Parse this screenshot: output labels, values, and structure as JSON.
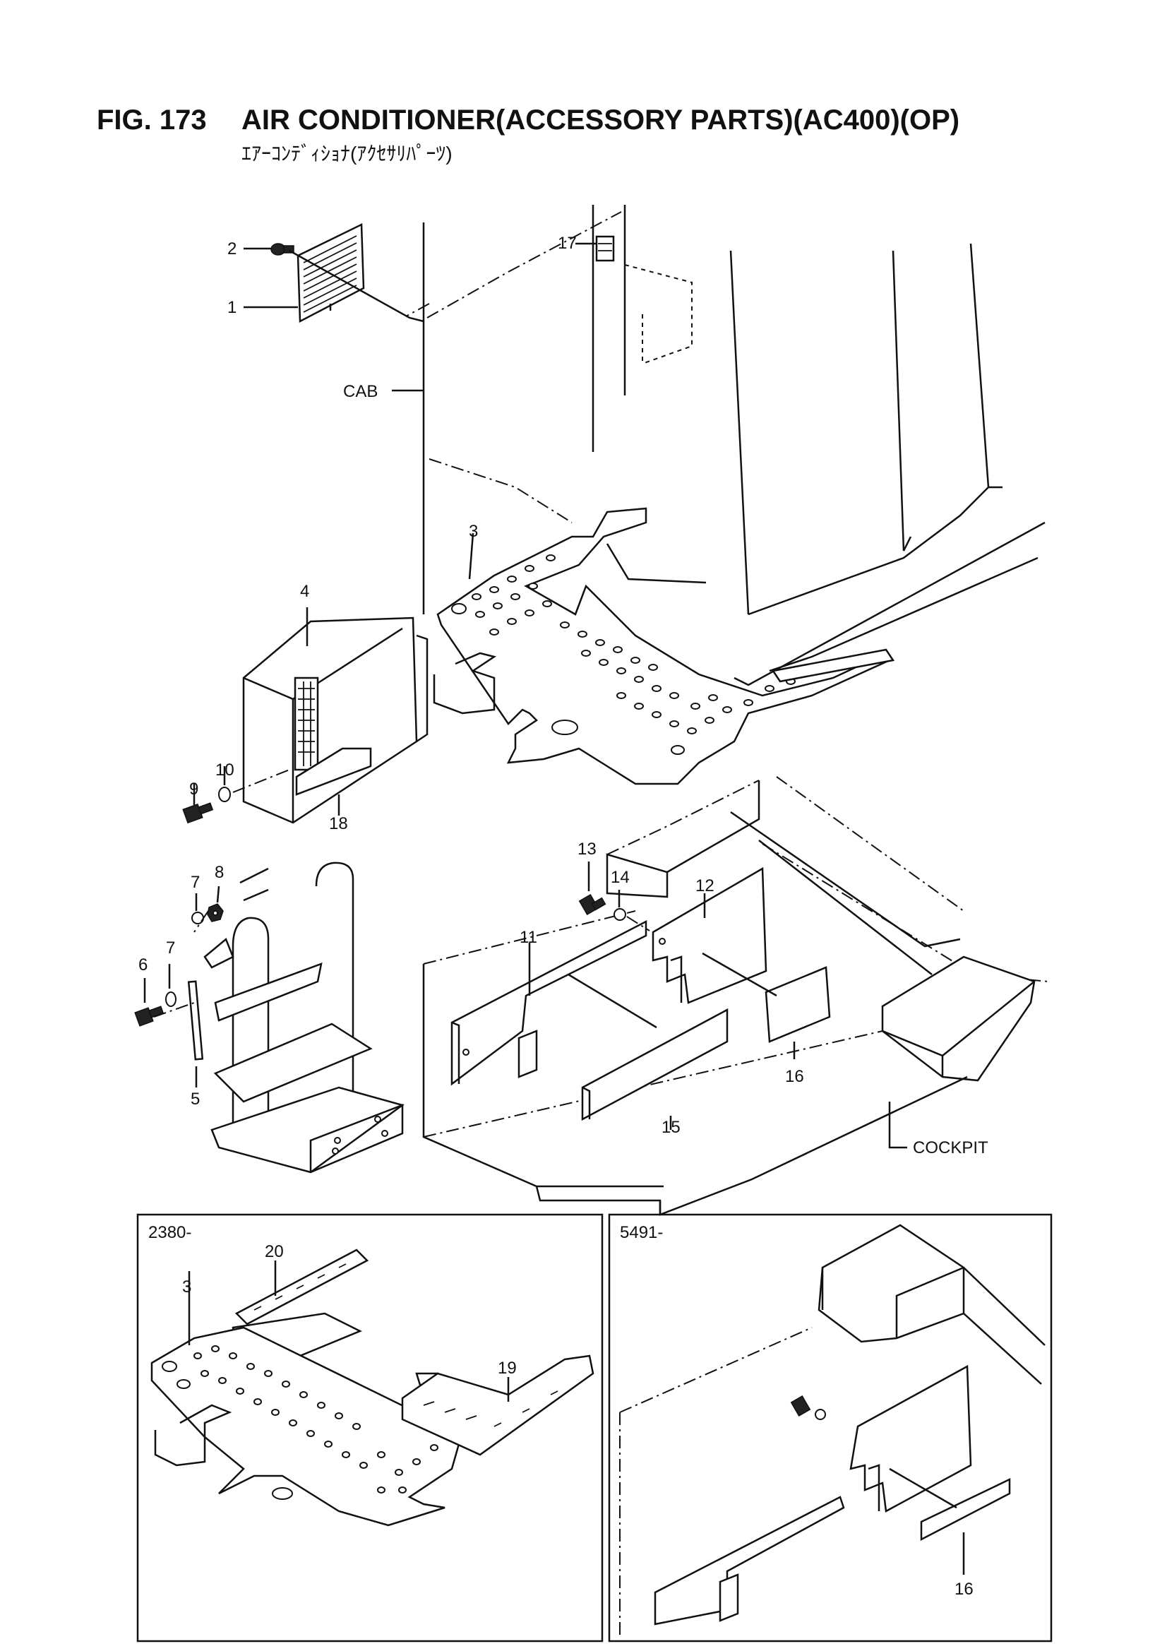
{
  "figure": {
    "number": "FIG. 173",
    "title": "AIR CONDITIONER(ACCESSORY PARTS)(AC400)(OP)",
    "title_jp": "ｴｱｰｺﾝﾃﾞｨｼｮﾅ(ｱｸｾｻﾘﾊﾟｰﾂ)"
  },
  "callouts": {
    "c1": "1",
    "c2": "2",
    "c3": "3",
    "c4": "4",
    "c5": "5",
    "c6": "6",
    "c7a": "7",
    "c7b": "7",
    "c8": "8",
    "c9": "9",
    "c10": "10",
    "c11": "11",
    "c12": "12",
    "c13": "13",
    "c14": "14",
    "c15": "15",
    "c16": "16",
    "c17": "17",
    "c18": "18"
  },
  "references": {
    "cab": "CAB",
    "cockpit": "COCKPIT"
  },
  "insets": {
    "left": {
      "serial": "2380-",
      "c20": "20",
      "c3": "3",
      "c19": "19"
    },
    "right": {
      "serial": "5491-",
      "c16": "16"
    }
  }
}
